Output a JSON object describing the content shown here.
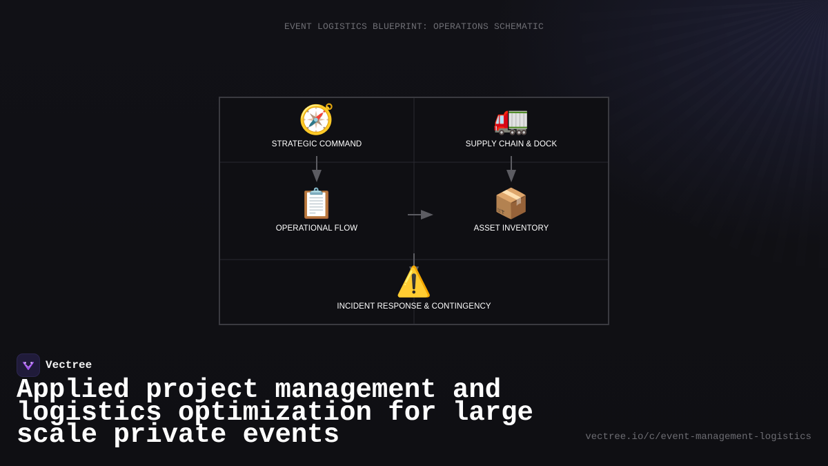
{
  "diagram": {
    "title": "EVENT LOGISTICS BLUEPRINT: OPERATIONS SCHEMATIC",
    "nodes": [
      {
        "id": "strategic",
        "label": "STRATEGIC COMMAND",
        "icon": "compass-icon",
        "glyph": "🧭"
      },
      {
        "id": "supply",
        "label": "SUPPLY CHAIN & DOCK",
        "icon": "truck-icon",
        "glyph": "🚛"
      },
      {
        "id": "operational",
        "label": "OPERATIONAL FLOW",
        "icon": "clipboard-icon",
        "glyph": "📋"
      },
      {
        "id": "inventory",
        "label": "ASSET INVENTORY",
        "icon": "package-icon",
        "glyph": "📦"
      },
      {
        "id": "incident",
        "label": "INCIDENT RESPONSE & CONTINGENCY",
        "icon": "warning-icon",
        "glyph": "⚠️"
      }
    ],
    "edges": [
      {
        "from": "strategic",
        "to": "operational"
      },
      {
        "from": "supply",
        "to": "inventory"
      },
      {
        "from": "operational",
        "to": "inventory"
      },
      {
        "from": "operational",
        "to": "incident"
      }
    ]
  },
  "brand": {
    "name": "Vectree",
    "icon": "vectree-logo-icon"
  },
  "headline": "Applied project management and logistics optimization for large scale private events",
  "url": "vectree.io/c/event-management-logistics",
  "colors": {
    "background": "#0f0f13",
    "border": "#3a3a40",
    "arrow": "#6b6b70",
    "accent": "#a855f7"
  }
}
